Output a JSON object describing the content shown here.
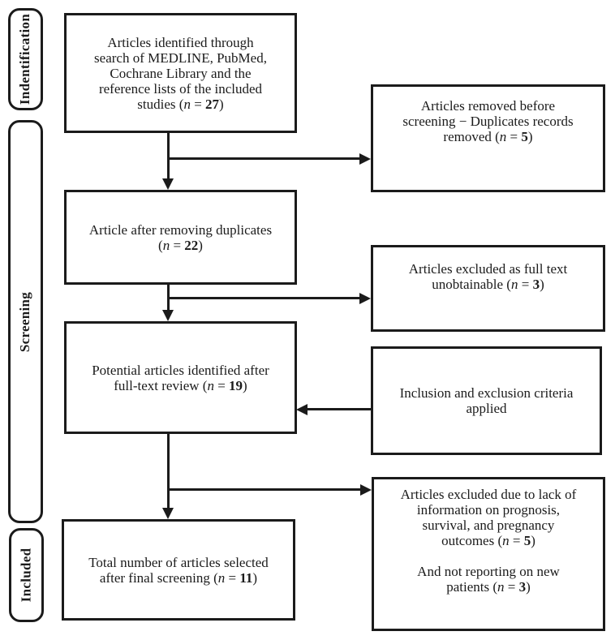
{
  "diagram": {
    "stages": [
      {
        "id": "identification",
        "label": "Indentification"
      },
      {
        "id": "screening",
        "label": "Screening"
      },
      {
        "id": "included",
        "label": "Included"
      }
    ],
    "nodes": [
      {
        "id": "articles-identified",
        "paragraphs": [
          [
            [
              "t",
              "Articles identified through\nsearch of MEDLINE, PubMed,\nCochrane Library and the\nreference lists of the included\nstudies ("
            ],
            [
              "i",
              "n"
            ],
            [
              "t",
              " = "
            ],
            [
              "b",
              "27"
            ],
            [
              "t",
              ")"
            ]
          ]
        ]
      },
      {
        "id": "removed-before-screening",
        "paragraphs": [
          [
            [
              "t",
              "Articles removed before\nscreening − Duplicates records\nremoved ("
            ],
            [
              "i",
              "n"
            ],
            [
              "t",
              " = "
            ],
            [
              "b",
              "5"
            ],
            [
              "t",
              ")"
            ]
          ]
        ]
      },
      {
        "id": "after-removing-duplicates",
        "paragraphs": [
          [
            [
              "t",
              "Article after removing duplicates\n("
            ],
            [
              "i",
              "n"
            ],
            [
              "t",
              " = "
            ],
            [
              "b",
              "22"
            ],
            [
              "t",
              ")"
            ]
          ]
        ]
      },
      {
        "id": "full-text-unobtainable",
        "paragraphs": [
          [
            [
              "t",
              "Articles excluded as full text\nunobtainable ("
            ],
            [
              "i",
              "n"
            ],
            [
              "t",
              " = "
            ],
            [
              "b",
              "3"
            ],
            [
              "t",
              ")"
            ]
          ]
        ]
      },
      {
        "id": "potential-after-review",
        "paragraphs": [
          [
            [
              "t",
              "Potential articles identified after\nfull-text review ("
            ],
            [
              "i",
              "n"
            ],
            [
              "t",
              " = "
            ],
            [
              "b",
              "19"
            ],
            [
              "t",
              ")"
            ]
          ]
        ]
      },
      {
        "id": "criteria-applied",
        "paragraphs": [
          [
            [
              "t",
              "Inclusion and exclusion criteria\napplied"
            ]
          ]
        ]
      },
      {
        "id": "total-selected",
        "paragraphs": [
          [
            [
              "t",
              "Total number of articles selected\nafter final screening ("
            ],
            [
              "i",
              "n"
            ],
            [
              "t",
              " = "
            ],
            [
              "b",
              "11"
            ],
            [
              "t",
              ")"
            ]
          ]
        ]
      },
      {
        "id": "excluded-lack-info",
        "paragraphs": [
          [
            [
              "t",
              "Articles excluded due to lack of\ninformation on prognosis,\nsurvival, and pregnancy\noutcomes ("
            ],
            [
              "i",
              "n"
            ],
            [
              "t",
              " = "
            ],
            [
              "b",
              "5"
            ],
            [
              "t",
              ")"
            ]
          ],
          [
            [
              "t",
              "And not reporting on new\npatients ("
            ],
            [
              "i",
              "n"
            ],
            [
              "t",
              " = "
            ],
            [
              "b",
              "3"
            ],
            [
              "t",
              ")"
            ]
          ]
        ]
      }
    ],
    "edges": [
      {
        "from": "articles-identified",
        "to": "removed-before-screening"
      },
      {
        "from": "articles-identified",
        "to": "after-removing-duplicates"
      },
      {
        "from": "after-removing-duplicates",
        "to": "full-text-unobtainable"
      },
      {
        "from": "after-removing-duplicates",
        "to": "potential-after-review"
      },
      {
        "from": "criteria-applied",
        "to": "potential-after-review"
      },
      {
        "from": "potential-after-review",
        "to": "excluded-lack-info"
      },
      {
        "from": "potential-after-review",
        "to": "total-selected"
      }
    ],
    "colors": {
      "ink": "#1b1b1b",
      "background": "#ffffff"
    }
  }
}
